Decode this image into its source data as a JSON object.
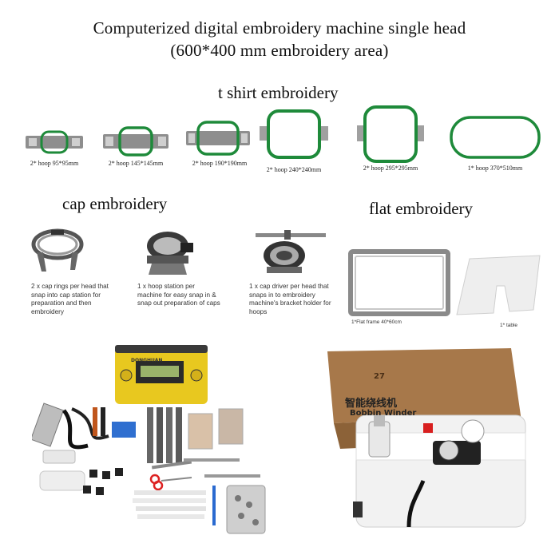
{
  "header": {
    "line1": "Computerized digital embroidery machine single head",
    "line2": "(600*400 mm embroidery area)"
  },
  "tshirt": {
    "title": "t shirt embroidery",
    "hoops": [
      {
        "label": "2* hoop 95*95mm"
      },
      {
        "label": "2* hoop 145*145mm"
      },
      {
        "label": "2* hoop 190*190mm"
      },
      {
        "label": "2* hoop 240*240mm"
      },
      {
        "label": "2* hoop 295*295mm"
      },
      {
        "label": "1* hoop 370*510mm"
      }
    ]
  },
  "cap": {
    "title": "cap embroidery",
    "items": [
      {
        "text": "2 x cap rings per head that snap into cap station for preparation and then embroidery"
      },
      {
        "text": "1 x hoop station per machine for easy snap in & snap out preparation of caps"
      },
      {
        "text": "1 x cap driver per head that snaps in to embroidery machine's bracket holder for hoops"
      }
    ]
  },
  "flat": {
    "title": "flat embroidery",
    "frame_label": "1*Flat frame 40*60cm",
    "table_label": "1* table"
  },
  "toolbox": {
    "display_text": "",
    "brand_text": "DONGHUAN"
  },
  "winder": {
    "box_marking": "27",
    "box_chinese": "智能绕线机",
    "box_english": "Bobbin Winder"
  },
  "colors": {
    "hoop_green": "#1e8a3a",
    "hoop_frame": "#9a9a9a",
    "toolbox_yellow": "#e8c81f"
  },
  "icons": [
    "hoop-icon",
    "cap-ring-icon",
    "hoop-station-icon",
    "cap-driver-icon",
    "flat-frame-icon",
    "table-icon",
    "toolbox-icon",
    "bobbin-winder-icon"
  ]
}
